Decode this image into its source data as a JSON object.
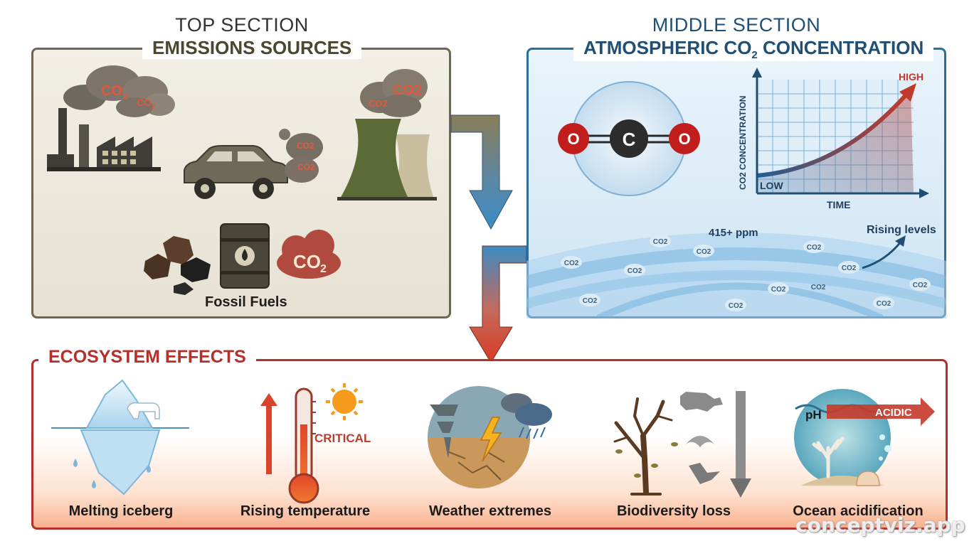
{
  "top_section": {
    "caption": "TOP SECTION",
    "title": "EMISSIONS SOURCES",
    "fossil_label": "Fossil Fuels",
    "co2_tag": "CO2"
  },
  "middle_section": {
    "caption": "MIDDLE SECTION",
    "title_prefix": "ATMOSPHERIC CO",
    "title_sub": "2",
    "title_suffix": " CONCENTRATION",
    "molecule": {
      "left": "O",
      "center": "C",
      "right": "O"
    },
    "graph": {
      "y_axis": "CO2 CONCENTRATION",
      "x_axis": "TIME",
      "high": "HIGH",
      "low": "LOW"
    },
    "ppm_label": "415+ ppm",
    "rising_label": "Rising levels",
    "co2_bubble": "CO2"
  },
  "effects": {
    "title": "ECOSYSTEM EFFECTS",
    "critical": "CRITICAL",
    "ph": "pH",
    "acidic": "ACIDIC",
    "items": [
      {
        "label": "Melting iceberg"
      },
      {
        "label": "Rising temperature"
      },
      {
        "label": "Weather extremes"
      },
      {
        "label": "Biodiversity loss"
      },
      {
        "label": "Ocean acidification"
      }
    ]
  },
  "watermark": "conceptviz.app",
  "colors": {
    "emissions_border": "#6e6650",
    "atmosphere_border": "#2e6f9a",
    "effects_border": "#b4302a",
    "co2_red": "#c0392b"
  }
}
